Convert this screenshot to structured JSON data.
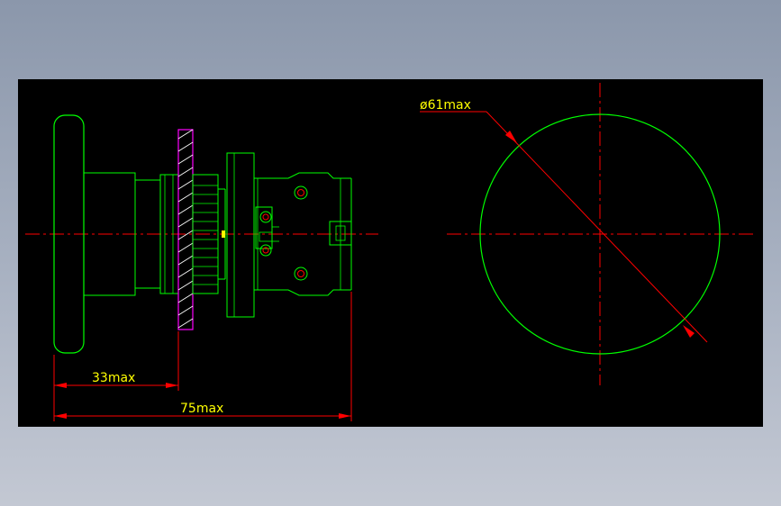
{
  "drawing": {
    "dimensions": {
      "shaft_length": "33max",
      "overall_length": "75max",
      "diameter": "ø61max"
    }
  },
  "colors": {
    "background": "#000000",
    "outline": "#00ff00",
    "centerline": "#ff0000",
    "dimension_line": "#ff0000",
    "dimension_text": "#ffff00",
    "panel": "#ff00ff",
    "hatch": "#ffffff",
    "marker": "#ffff00"
  }
}
